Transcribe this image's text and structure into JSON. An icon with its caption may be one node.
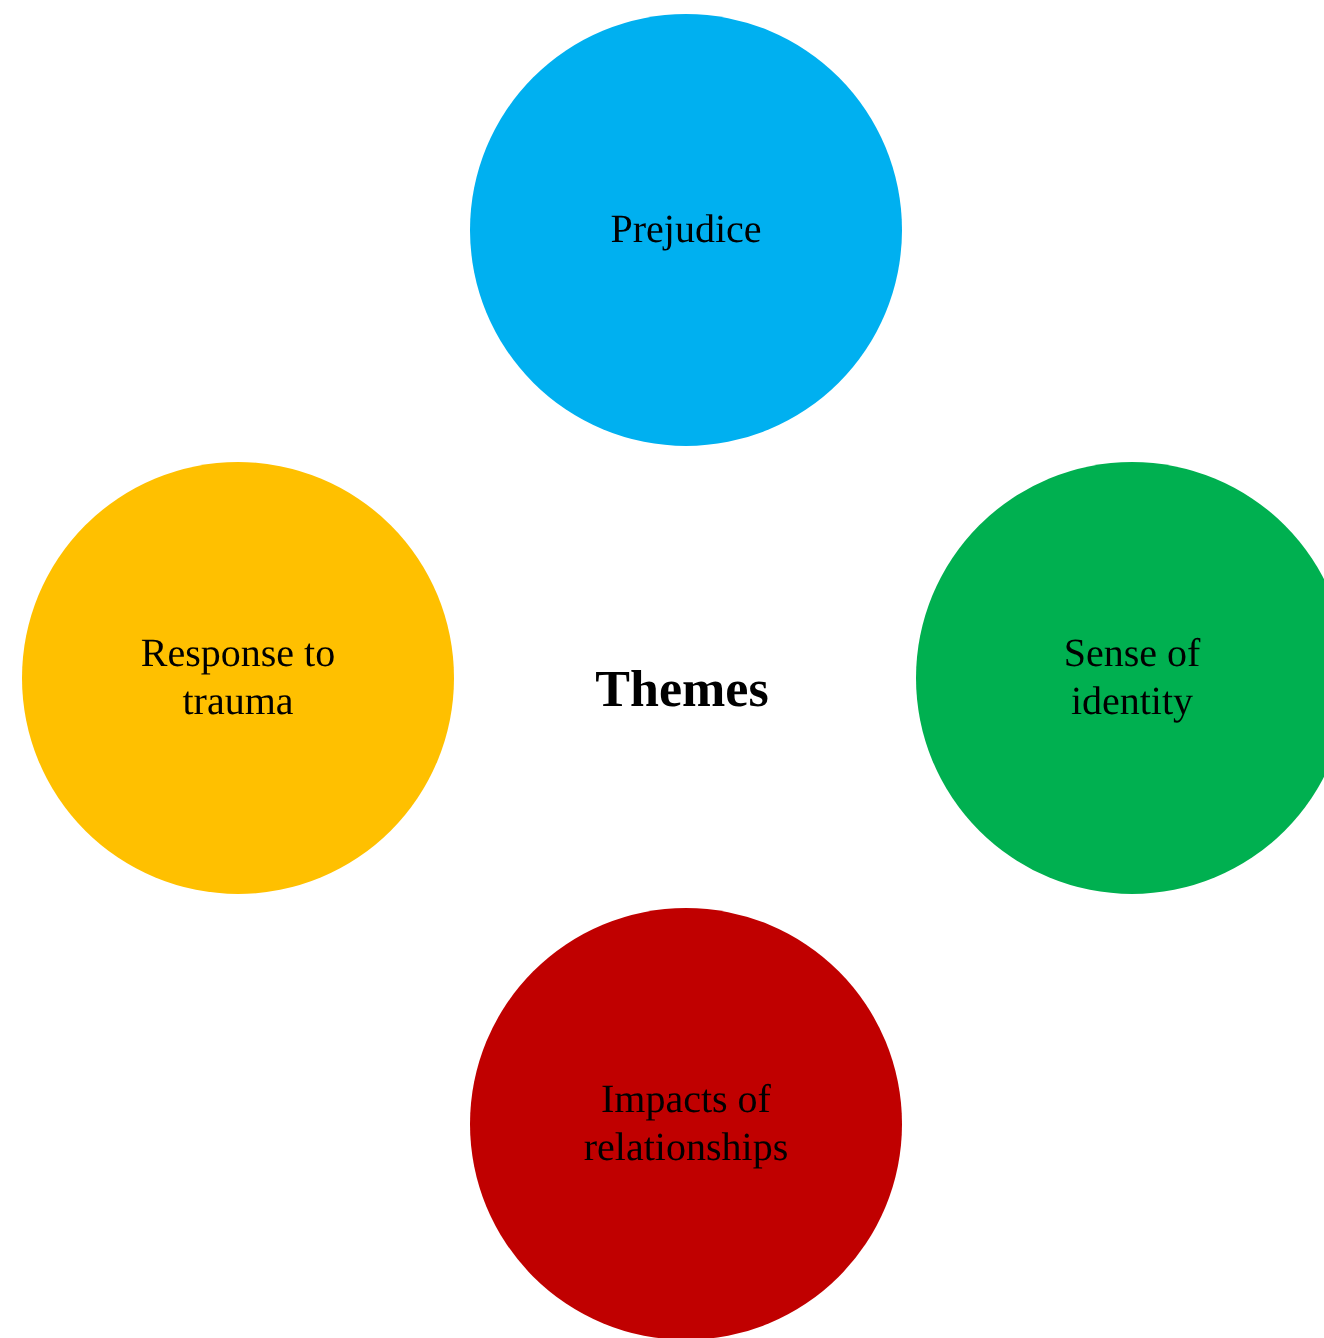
{
  "diagram": {
    "nodes": [
      {
        "text": [
          "Prejudice"
        ]
      },
      {
        "text": [
          "Response to trauma"
        ]
      },
      {
        "text": [
          "Sense of identity"
        ]
      },
      {
        "text": [
          "Impacts of relationships"
        ]
      }
    ],
    "labels": [
      "Themes"
    ]
  }
}
